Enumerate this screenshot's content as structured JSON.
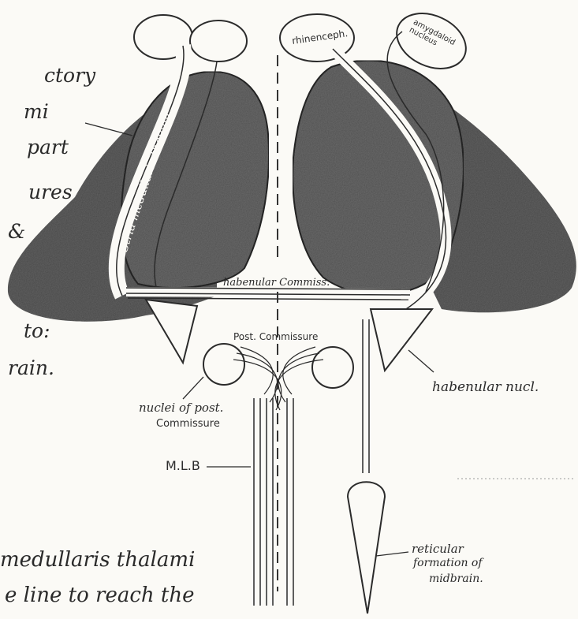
{
  "left_margin_fragments": [
    "ctory",
    "mi",
    "part",
    "ures",
    "&",
    "to:",
    "rain."
  ],
  "bottom_text": [
    "medullaris thalami",
    "e line to reach the"
  ],
  "labels": {
    "rhinenceph": "rhinenceph.",
    "amygdaloid": "amygdaloid nucleus",
    "stria": "Stria medullaris thalami",
    "habenular_commissure": "habenular Commiss.",
    "post_commissure": "Post. Commissure",
    "nuclei_post": "nuclei of post.",
    "nuclei_post_2": "Commissure",
    "mlb": "M.L.B",
    "habenular_nucl": "habenular nucl.",
    "reticular_1": "reticular",
    "reticular_2": "formation of",
    "reticular_3": "midbrain."
  },
  "colors": {
    "thalamus_fill": "#5f5f5f",
    "outline": "#2b2b2b",
    "paper": "#fbfaf6"
  }
}
